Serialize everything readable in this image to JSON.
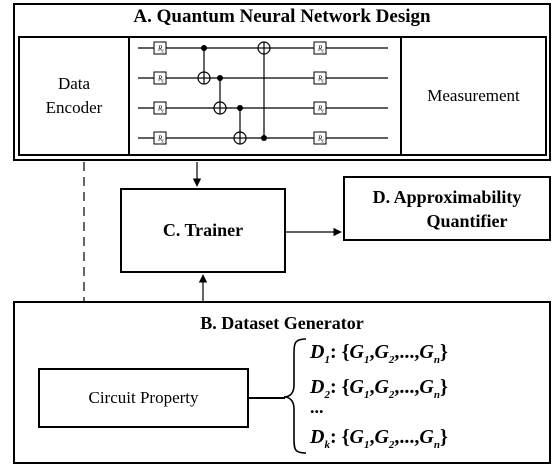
{
  "qnn": {
    "title": "A. Quantum Neural Network Design",
    "encoder_line1": "Data",
    "encoder_line2": "Encoder",
    "measurement": "Measurement",
    "gate_label": "R"
  },
  "trainer": {
    "label": "C. Trainer"
  },
  "quantifier": {
    "line1": "D. Approximability",
    "line2": "Quantifier"
  },
  "dataset": {
    "title": "B. Dataset Generator",
    "circuit_property": "Circuit Property",
    "ellipsis": "...",
    "rows": [
      {
        "d": "D",
        "d_sub": "1",
        "g": [
          "G",
          "G",
          "G"
        ],
        "g_sub": [
          "1",
          "2",
          "n"
        ]
      },
      {
        "d": "D",
        "d_sub": "2",
        "g": [
          "G",
          "G",
          "G"
        ],
        "g_sub": [
          "1",
          "2",
          "n"
        ]
      },
      {
        "d": "D",
        "d_sub": "k",
        "g": [
          "G",
          "G",
          "G"
        ],
        "g_sub": [
          "1",
          "2",
          "n"
        ]
      }
    ]
  }
}
